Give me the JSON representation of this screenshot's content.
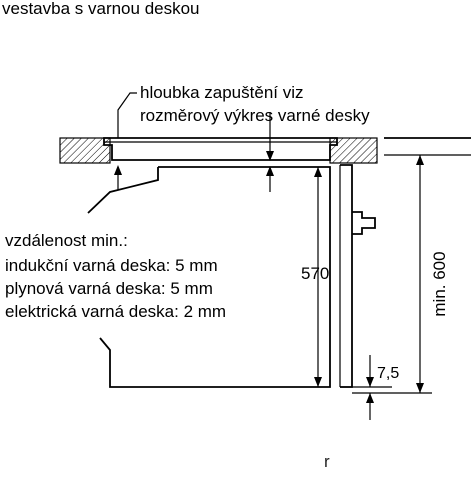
{
  "title": "vestavba s varnou deskou",
  "note": {
    "line1": "hloubka zapuštění viz",
    "line2": "rozměrový výkres varné desky"
  },
  "distance_note": {
    "heading": "vzdálenost min.:",
    "items": [
      "indukční varná deska: 5 mm",
      "plynová varná deska: 5 mm",
      "elektrická varná deska: 2 mm"
    ]
  },
  "dimensions": {
    "height": "570",
    "min_height": "min. 600",
    "gap": "7,5"
  },
  "watermark": "r"
}
